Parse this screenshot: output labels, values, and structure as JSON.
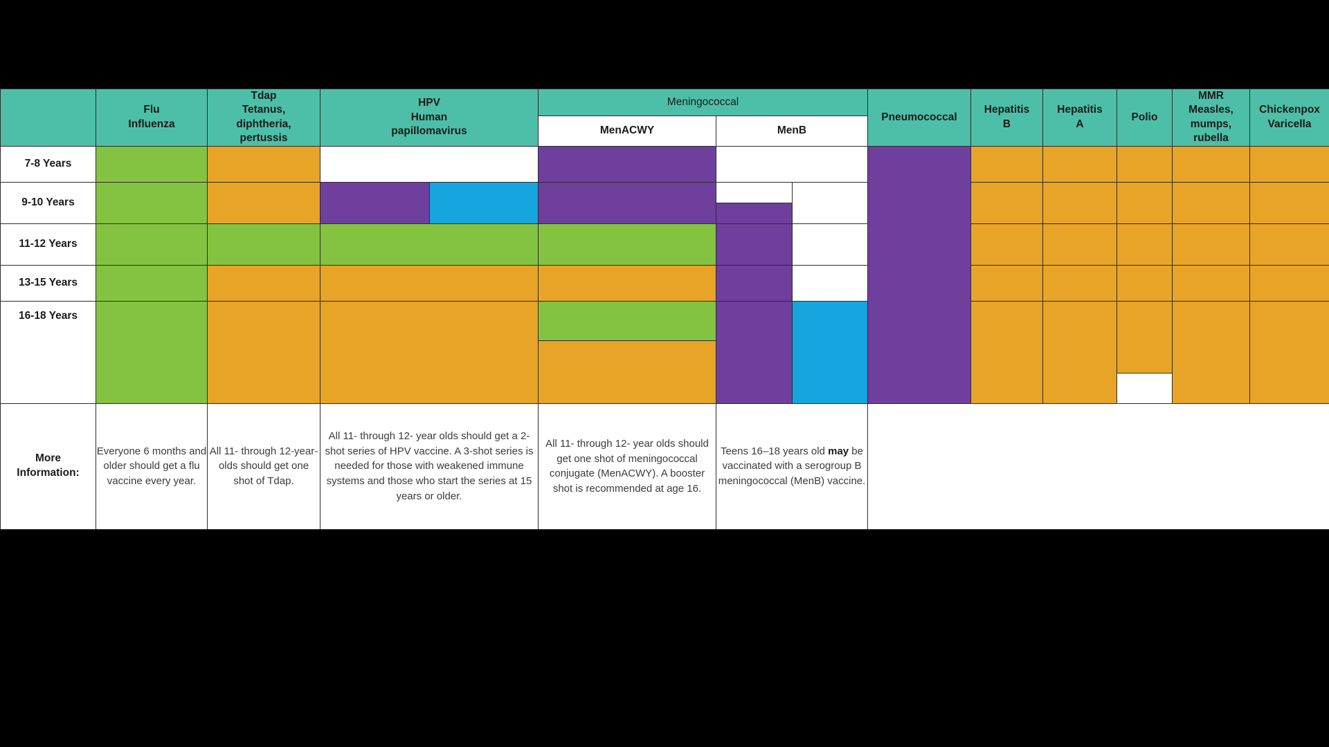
{
  "chart_data": {
    "type": "table",
    "title": "Recommended Vaccines by Age (7-18 Years)",
    "legend_colors": {
      "header_teal": "#4dbfa8",
      "recommended_green": "#84c341",
      "catchup_orange": "#e8a427",
      "special_purple": "#6f3f9e",
      "shared_decision_blue": "#17a5e0",
      "not_recommended_white": "#ffffff",
      "grid_line": "#2b2b2b"
    },
    "columns": [
      "Flu / Influenza",
      "Tdap",
      "HPV",
      "MenACWY",
      "MenB",
      "Pneumococcal",
      "Hepatitis B",
      "Hepatitis A",
      "Polio",
      "MMR",
      "Chickenpox"
    ],
    "rows": [
      "7-8 Years",
      "9-10 Years",
      "11-12 Years",
      "13-15 Years",
      "16-18 Years"
    ],
    "cells": {
      "7-8 Years": [
        "green",
        "orange",
        "white",
        "purple",
        "white",
        "purple",
        "orange",
        "orange",
        "orange",
        "orange",
        "orange"
      ],
      "9-10 Years": [
        "green",
        "orange",
        "purple+blue",
        "purple",
        "white/purple-split",
        "purple",
        "orange",
        "orange",
        "orange",
        "orange",
        "orange"
      ],
      "11-12 Years": [
        "green",
        "green",
        "green",
        "green",
        "purple/white",
        "purple",
        "orange",
        "orange",
        "orange",
        "orange",
        "orange"
      ],
      "13-15 Years": [
        "green",
        "orange",
        "orange",
        "orange",
        "purple/white",
        "purple",
        "orange",
        "orange",
        "orange",
        "orange",
        "orange"
      ],
      "16-18 Years": [
        "green",
        "orange",
        "orange",
        "green+orange",
        "purple+blue",
        "purple",
        "orange",
        "orange",
        "orange+white",
        "orange",
        "orange"
      ]
    }
  },
  "header": {
    "group_meningococcal": "Meningococcal",
    "columns": {
      "age": "",
      "flu": "Flu\nInfluenza",
      "flu_line1": "Flu",
      "flu_line2": "Influenza",
      "tdap_line1": "Tdap",
      "tdap_line2": "Tetanus,",
      "tdap_line3": "diphtheria,",
      "tdap_line4": "pertussis",
      "hpv_line1": "HPV",
      "hpv_line2": "Human",
      "hpv_line3": "papillomavirus",
      "menacwy": "MenACWY",
      "menb": "MenB",
      "pneumococcal": "Pneumococcal",
      "hepb_line1": "Hepatitis",
      "hepb_line2": "B",
      "hepa_line1": "Hepatitis",
      "hepa_line2": "A",
      "polio": "Polio",
      "mmr_line1": "MMR",
      "mmr_line2": "Measles,",
      "mmr_line3": "mumps,",
      "mmr_line4": "rubella",
      "varicella_line1": "Chickenpox",
      "varicella_line2": "Varicella"
    }
  },
  "age_rows": [
    {
      "label": "7-8 Years"
    },
    {
      "label": "9-10 Years"
    },
    {
      "label": "11-12 Years"
    },
    {
      "label": "13-15 Years"
    },
    {
      "label": "16-18 Years"
    }
  ],
  "more_information": {
    "label_line1": "More",
    "label_line2": "Information:",
    "flu": "Everyone 6 months and older should get a flu vaccine every year.",
    "tdap": "All 11- through 12-year-olds should get one shot of Tdap.",
    "hpv": "All 11- through 12- year olds should get a 2-shot series of HPV vaccine. A 3-shot series is needed for those with weakened immune systems and those who start the series at 15 years or older.",
    "menacwy": "All 11- through 12- year olds should get one shot of meningococcal conjugate (MenACWY). A booster shot is recommended at age 16.",
    "menb_part1": "Teens 16–18 years old ",
    "menb_bold": "may",
    "menb_part2": " be vaccinated with a serogroup B meningococcal (MenB) vaccine.",
    "rest": ""
  }
}
